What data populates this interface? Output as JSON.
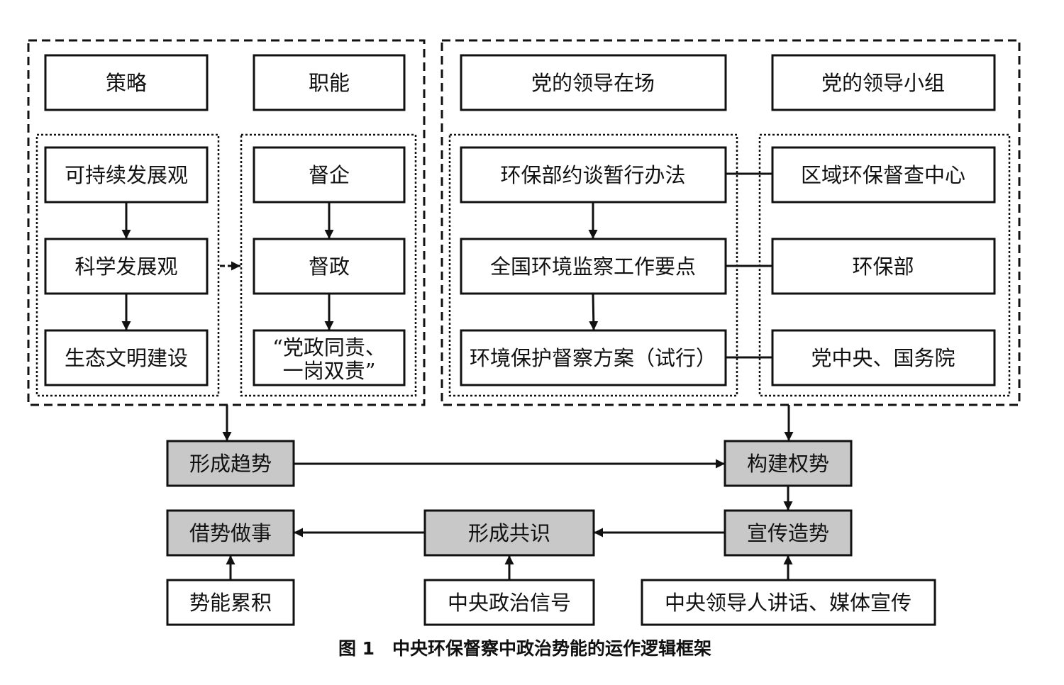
{
  "left_group": {
    "headers": {
      "strategy": "策略",
      "function": "职能"
    },
    "strategy_items": [
      "可持续发展观",
      "科学发展观",
      "生态文明建设"
    ],
    "function_items": [
      "督企",
      "督政"
    ],
    "function_item_3_lines": [
      "“党政同责、",
      "一岗双责”"
    ]
  },
  "right_group": {
    "headers": {
      "presence": "党的领导在场",
      "group": "党的领导小组"
    },
    "policy_items": [
      "环保部约谈暂行办法",
      "全国环境监察工作要点",
      "环境保护督察方案（试行）"
    ],
    "agency_items": [
      "区域环保督查中心",
      "环保部",
      "党中央、国务院"
    ]
  },
  "process": {
    "form_trend": "形成趋势",
    "build_power": "构建权势",
    "propaganda": "宣传造势",
    "consensus": "形成共识",
    "leverage": "借势做事"
  },
  "inputs": {
    "potential": "势能累积",
    "signal": "中央政治信号",
    "speech": "中央领导人讲话、媒体宣传"
  },
  "caption": "图 1　中央环保督察中政治势能的运作逻辑框架",
  "colors": {
    "highlight_fill": "#c8c8c8",
    "line": "#111111",
    "box_fill": "#ffffff"
  }
}
